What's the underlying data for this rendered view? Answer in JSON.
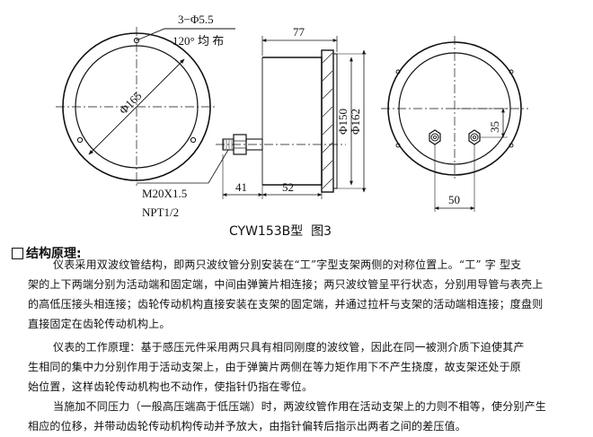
{
  "figure": {
    "caption": "CYW153B型  图3",
    "labels": {
      "holes": "3−Φ5.5",
      "holes_spacing": "120°  均 布",
      "outer_dia": "Φ165",
      "width_total": "77",
      "dia_150": "Φ150",
      "dia_162": "Φ162",
      "port_offset": "35",
      "port_spacing": "50",
      "stem_length": "41",
      "body_depth": "52",
      "thread_1": "M20X1.5",
      "thread_2": "NPT1/2"
    }
  },
  "section": {
    "title": "结构原理:",
    "p1": [
      "仪表采用双波纹管结构，即两只波纹管分别安装在“工”字型支架两侧的对称位置上。“工”  字 型支",
      "架的上下两端分别为活动端和固定端，中间由弹簧片相连接；两只波纹管呈平行状态，分别用导管与表壳上",
      "的高低压接头相连接；齿轮传动机构直接安装在支架的固定端，并通过拉杆与支架的活动端相连接；度盘则",
      "直接固定在齿轮传动机构上。"
    ],
    "p2": [
      "仪表的工作原理：基于感压元件采用两只具有相同刚度的波纹管，因此在同一被测介质下迫使其产",
      "生相同的集中力分别作用于活动支架上，由于弹簧片两侧在等力矩作用下不产生挠度，故支架还处于原",
      "始位置，这样齿轮传动机构也不动作，使指针仍指在零位。"
    ],
    "p3": [
      "当施加不同压力（一般高压端高于低压端）时，两波纹管作用在活动支架上的力则不相等，使分别产生",
      "相应的位移，并带动齿轮传动机构传动并予放大，由指针偏转后指示出两者之间的差压值。"
    ]
  }
}
